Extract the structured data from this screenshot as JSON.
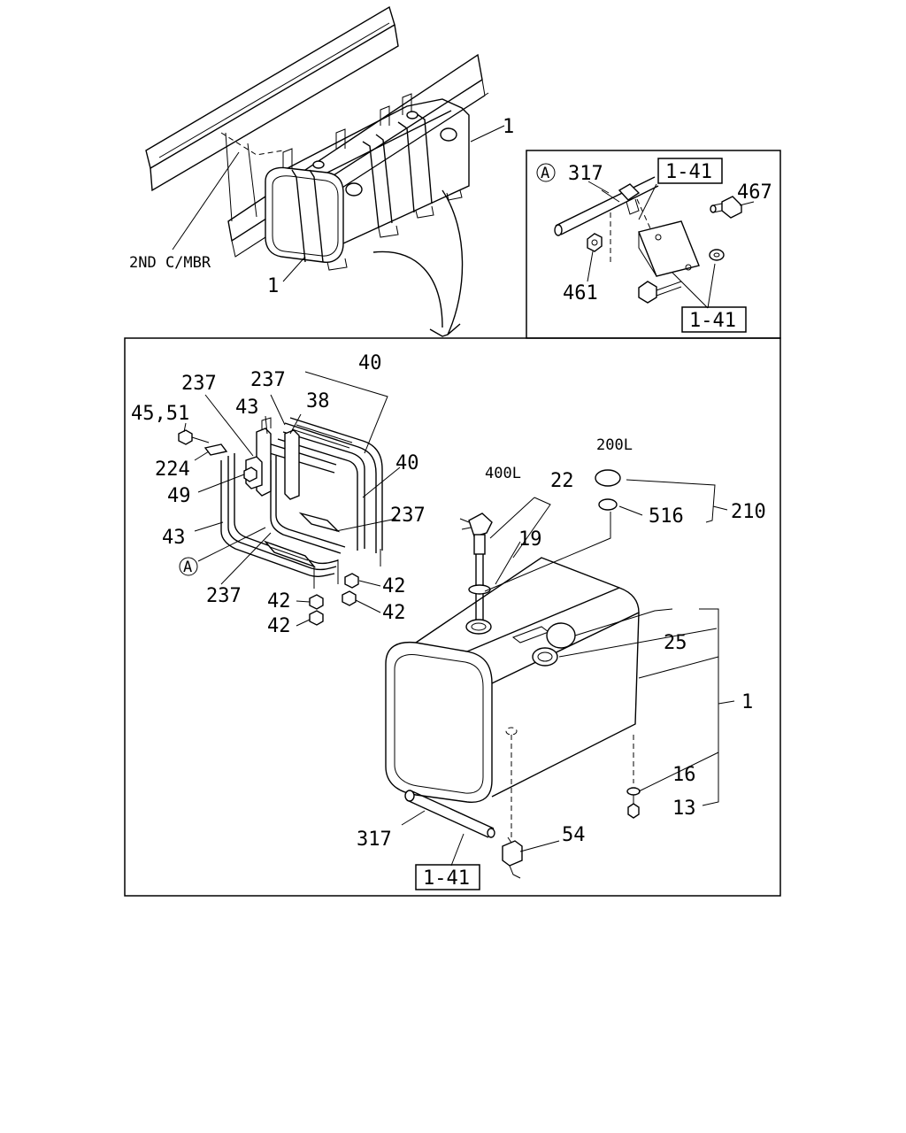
{
  "diagram": {
    "overview": {
      "crossmember_label": "2ND C/MBR",
      "tank_callouts": [
        "1",
        "1"
      ]
    },
    "detail_a": {
      "view_marker": "A",
      "callouts": [
        "317",
        "467",
        "461"
      ],
      "refs": [
        "1-41",
        "1-41"
      ]
    },
    "main": {
      "bracket_callouts": {
        "c237a": "237",
        "c237b": "237",
        "c40a": "40",
        "c38": "38",
        "c4551": "45,51",
        "c43a": "43",
        "c224": "224",
        "c49": "49",
        "c40b": "40",
        "c237c": "237",
        "c43b": "43",
        "marker_a": "A",
        "c237d": "237",
        "c42a": "42",
        "c42b": "42",
        "c42c": "42",
        "c42d": "42"
      },
      "tank_callouts": {
        "cap_size": "200L",
        "gauge_size": "400L",
        "c22": "22",
        "c19": "19",
        "c516": "516",
        "c210": "210",
        "c25": "25",
        "c1": "1",
        "c16": "16",
        "c13": "13",
        "c317": "317",
        "c54": "54",
        "ref": "1-41"
      }
    }
  }
}
